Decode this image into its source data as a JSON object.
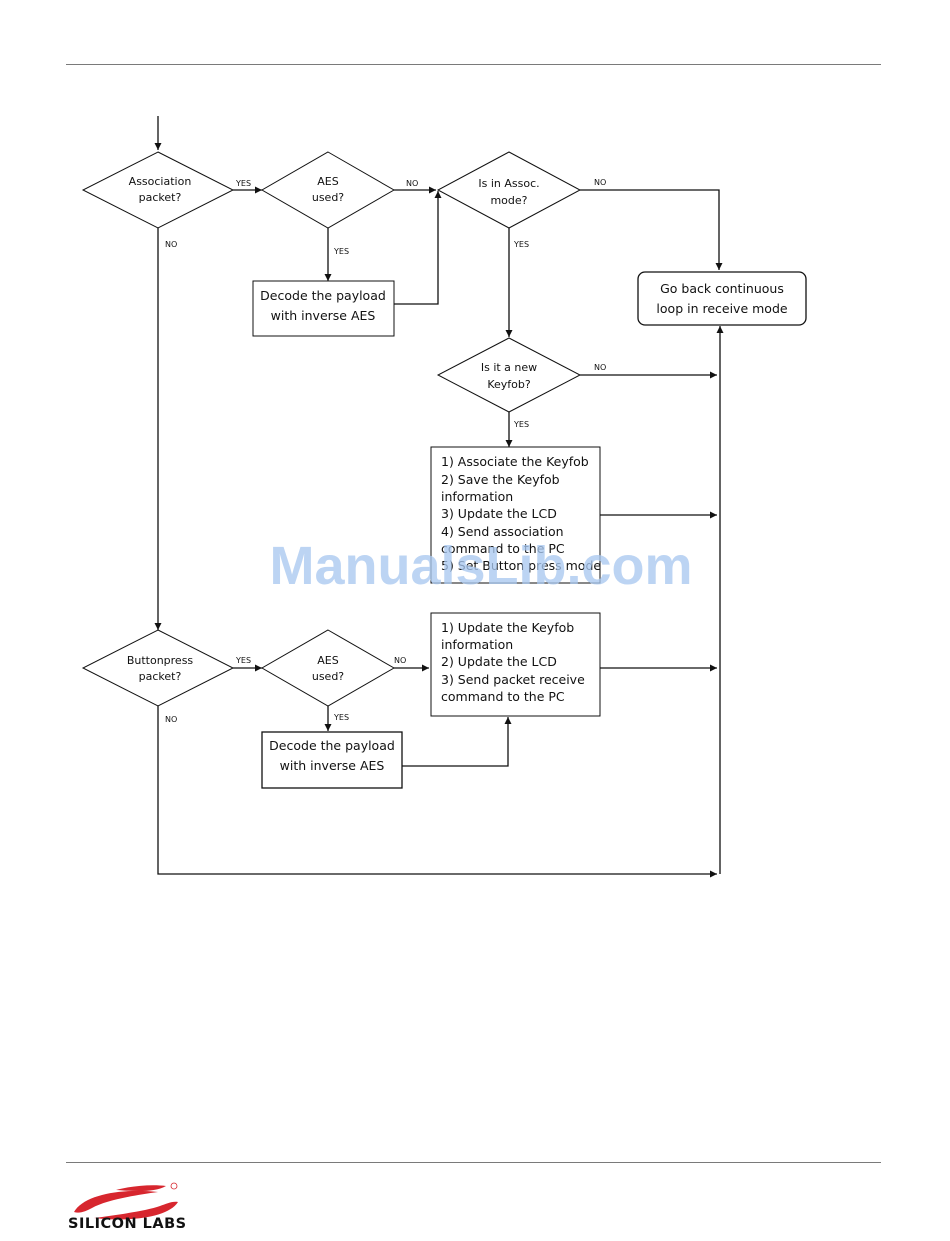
{
  "diagram": {
    "decisions": {
      "association_packet": [
        "Association",
        "packet?"
      ],
      "aes_used_1": [
        "AES",
        "used?"
      ],
      "in_assoc_mode": [
        "Is in Assoc.",
        "mode?"
      ],
      "new_keyfob": [
        "Is it a new",
        "Keyfob?"
      ],
      "buttonpress_packet": [
        "Buttonpress",
        "packet?"
      ],
      "aes_used_2": [
        "AES",
        "used?"
      ]
    },
    "processes": {
      "decode_1": [
        "Decode the payload",
        "with inverse AES"
      ],
      "go_back": [
        "Go back continuous",
        "loop in receive mode"
      ],
      "associate": [
        "1) Associate the Keyfob",
        "2) Save the Keyfob",
        "information",
        "3) Update the LCD",
        "4) Send association",
        "command to the PC",
        "5) Set Button press mode"
      ],
      "update": [
        "1) Update the Keyfob",
        "information",
        "2) Update the LCD",
        "3) Send packet receive",
        "command to the PC"
      ],
      "decode_2": [
        "Decode the payload",
        "with inverse AES"
      ]
    },
    "edge_labels": {
      "assoc_yes": "YES",
      "assoc_no": "NO",
      "aes1_no": "NO",
      "aes1_yes": "YES",
      "mode_no": "NO",
      "mode_yes": "YES",
      "new_no": "NO",
      "new_yes": "YES",
      "button_yes": "YES",
      "button_no": "NO",
      "aes2_no": "NO",
      "aes2_yes": "YES"
    }
  },
  "watermark": "ManualsLib.com",
  "footer": {
    "brand": "SILICON LABS"
  },
  "colors": {
    "line": "#111111",
    "rule": "#7a7a7a",
    "watermark": "#a9c8ef",
    "logo": "#d7262e"
  }
}
